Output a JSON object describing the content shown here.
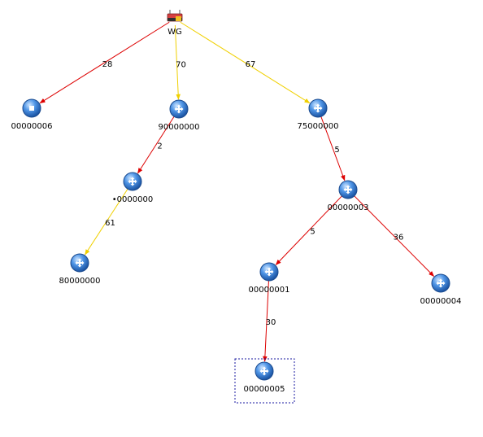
{
  "colors": {
    "edge_red": "#dd0000",
    "edge_yellow": "#f0d000",
    "node_blue": "#2a6fd1",
    "selection_box": "#1a1aa0"
  },
  "nodes": [
    {
      "id": "wg",
      "label": "WG",
      "icon": "gateway-icon"
    },
    {
      "id": "n06",
      "label": "00000006",
      "icon": "stop-node-icon"
    },
    {
      "id": "n90",
      "label": "90000000",
      "icon": "move-node-icon"
    },
    {
      "id": "n75",
      "label": "75000000",
      "icon": "move-node-icon"
    },
    {
      "id": "n0x",
      "label": "•0000000",
      "icon": "move-node-icon"
    },
    {
      "id": "n03",
      "label": "00000003",
      "icon": "move-node-icon"
    },
    {
      "id": "n80",
      "label": "80000000",
      "icon": "move-node-icon"
    },
    {
      "id": "n01",
      "label": "00000001",
      "icon": "move-node-icon"
    },
    {
      "id": "n04",
      "label": "00000004",
      "icon": "move-node-icon"
    },
    {
      "id": "n05",
      "label": "00000005",
      "icon": "move-node-icon"
    }
  ],
  "edges": [
    {
      "from": "wg",
      "to": "n06",
      "weight": "28",
      "color": "red"
    },
    {
      "from": "wg",
      "to": "n90",
      "weight": "70",
      "color": "yellow"
    },
    {
      "from": "wg",
      "to": "n75",
      "weight": "67",
      "color": "yellow"
    },
    {
      "from": "n90",
      "to": "n0x",
      "weight": "2",
      "color": "red"
    },
    {
      "from": "n75",
      "to": "n03",
      "weight": "5",
      "color": "red"
    },
    {
      "from": "n0x",
      "to": "n80",
      "weight": "61",
      "color": "yellow"
    },
    {
      "from": "n03",
      "to": "n01",
      "weight": "5",
      "color": "red"
    },
    {
      "from": "n03",
      "to": "n04",
      "weight": "36",
      "color": "red"
    },
    {
      "from": "n01",
      "to": "n05",
      "weight": "30",
      "color": "red"
    }
  ],
  "selected_node": "n05"
}
